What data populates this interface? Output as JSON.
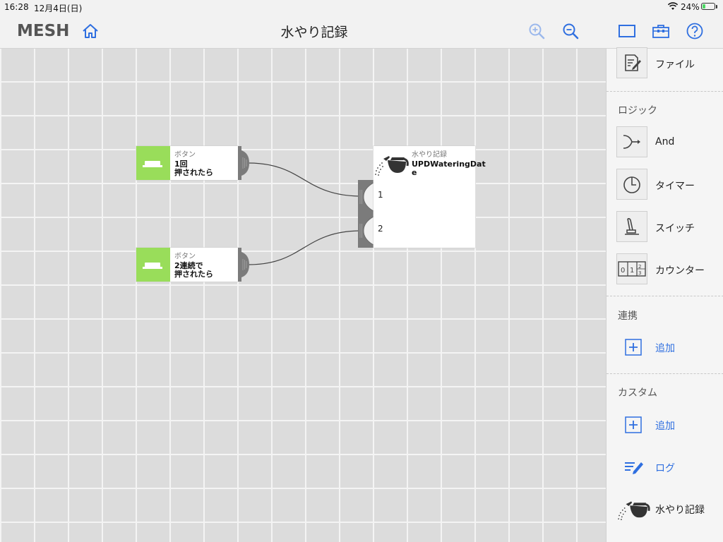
{
  "status_bar": {
    "time": "16:28",
    "date": "12月4日(日)",
    "battery_percent_text": "24%",
    "battery_level": 0.24
  },
  "nav": {
    "logo": "MESH",
    "title": "水やり記録",
    "icons": [
      "home-icon",
      "zoom-in-icon",
      "zoom-out-icon",
      "canvas-view-icon",
      "toolbox-icon",
      "help-icon"
    ]
  },
  "canvas": {
    "blocks": [
      {
        "category": "ボタン",
        "event": "1回\n押されたら",
        "line1": "1回",
        "line2": "押されたら"
      },
      {
        "category": "ボタン",
        "event": "2連続で\n押されたら",
        "line1": "2連続で",
        "line2": "押されたら"
      },
      {
        "category": "水やり記録",
        "name": "UPDWateringDate",
        "name_line1": "UPDWateringDat",
        "name_line2": "e",
        "ports": [
          "1",
          "2"
        ]
      }
    ]
  },
  "sidebar": {
    "top_item": {
      "label": "ファイル",
      "icon": "file-edit-icon"
    },
    "logic_title": "ロジック",
    "logic_items": [
      {
        "label": "And",
        "icon": "and-icon"
      },
      {
        "label": "タイマー",
        "icon": "timer-icon"
      },
      {
        "label": "スイッチ",
        "icon": "switch-icon"
      },
      {
        "label": "カウンター",
        "icon": "counter-icon"
      }
    ],
    "integration_title": "連携",
    "integration_add": "追加",
    "custom_title": "カスタム",
    "custom_add": "追加",
    "custom_items": [
      {
        "label": "ログ",
        "icon": "log-icon"
      },
      {
        "label": "水やり記録",
        "icon": "watering-can-icon"
      }
    ]
  },
  "colors": {
    "accent_blue": "#2f6fe0",
    "button_green": "#99dd5a",
    "canvas_bg": "#dcdcdc",
    "grid_line": "#f4f4f4"
  }
}
